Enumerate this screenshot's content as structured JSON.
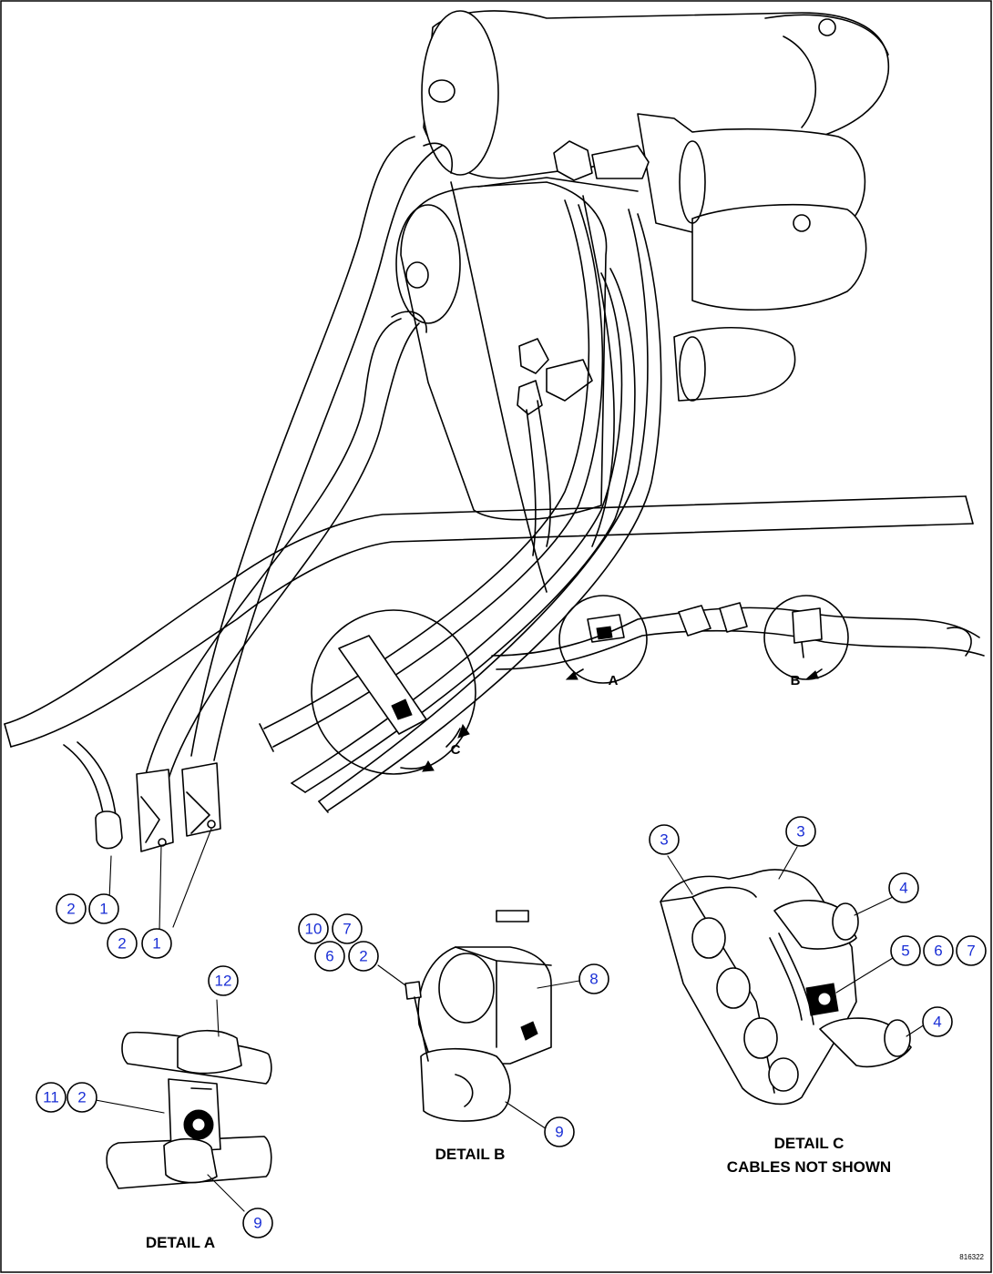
{
  "drawing": {
    "id": "816322",
    "view_letters": {
      "a": "A",
      "b": "B",
      "c": "C"
    },
    "captions": {
      "detail_a": "DETAIL A",
      "detail_b": "DETAIL B",
      "detail_c_line1": "DETAIL C",
      "detail_c_line2": "CABLES NOT SHOWN"
    },
    "callouts": {
      "main_left_2": "2",
      "main_left_1": "1",
      "main_right_2": "2",
      "main_right_1": "1",
      "b_10": "10",
      "b_7": "7",
      "b_6": "6",
      "b_2": "2",
      "b_8": "8",
      "b_9": "9",
      "a_12": "12",
      "a_11": "11",
      "a_2": "2",
      "a_9": "9",
      "c_3_left": "3",
      "c_3_right": "3",
      "c_4_top": "4",
      "c_5": "5",
      "c_6": "6",
      "c_7": "7",
      "c_4_bottom": "4"
    },
    "colors": {
      "line": "#000000",
      "callout_text": "#1a2fd6",
      "background": "#ffffff"
    }
  }
}
